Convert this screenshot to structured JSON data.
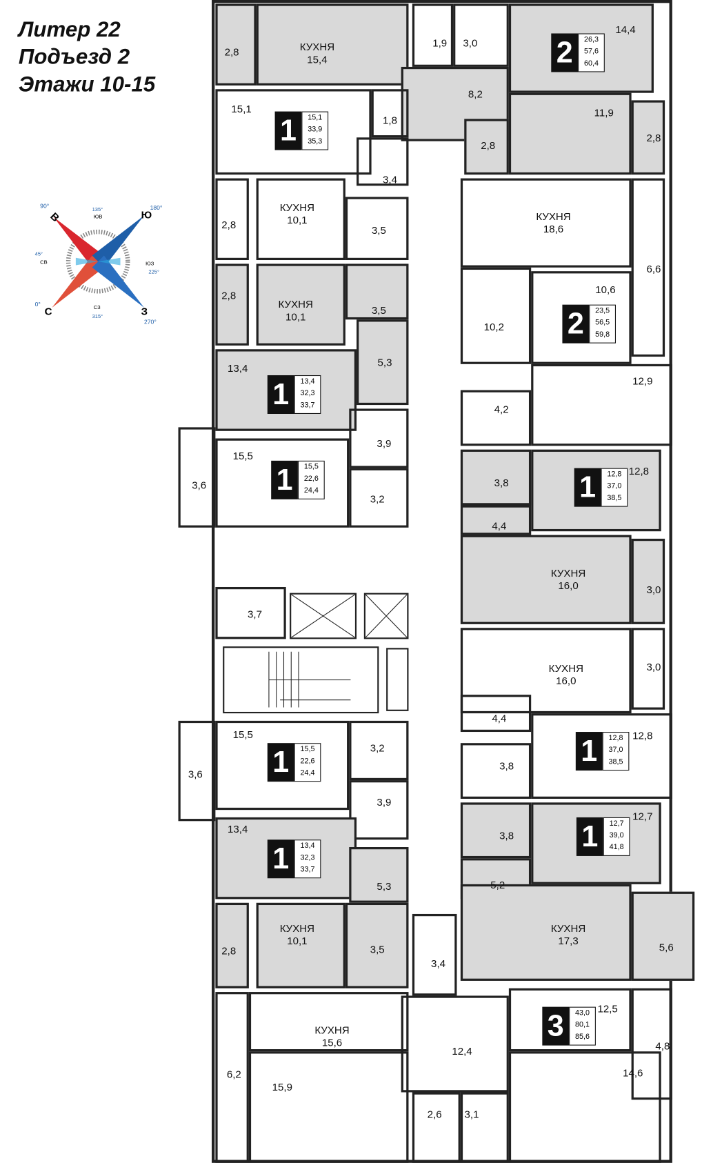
{
  "header": {
    "lines": [
      "Литер 22",
      "Подъезд 2",
      "Этажи 10-15"
    ]
  },
  "compass": {
    "main": [
      "Ю",
      "В",
      "С",
      "З"
    ],
    "main_deg": [
      "180°",
      "90°",
      "0°",
      "270°"
    ],
    "minor": [
      "ЮВ",
      "СВ",
      "ЮЗ",
      "СЗ"
    ],
    "minor_deg": [
      "135°",
      "45°",
      "225°",
      "315°"
    ],
    "colors": {
      "red": "#d9262e",
      "blue": "#1e5ea8",
      "light": "#2aa8e0"
    }
  },
  "rooms": [
    {
      "area": "2,8"
    },
    {
      "name": "КУХНЯ",
      "area": "15,4"
    },
    {
      "area": "1,9"
    },
    {
      "area": "3,0"
    },
    {
      "area": "14,4"
    },
    {
      "area": "8,2"
    },
    {
      "area": "15,1"
    },
    {
      "area": "1,8"
    },
    {
      "area": "11,9"
    },
    {
      "area": "2,8"
    },
    {
      "area": "2,8"
    },
    {
      "area": "3,4"
    },
    {
      "name": "КУХНЯ",
      "area": "10,1"
    },
    {
      "area": "2,8"
    },
    {
      "area": "3,5"
    },
    {
      "name": "КУХНЯ",
      "area": "18,6"
    },
    {
      "area": "6,6"
    },
    {
      "area": "2,8"
    },
    {
      "name": "КУХНЯ",
      "area": "10,1"
    },
    {
      "area": "3,5"
    },
    {
      "area": "10,2"
    },
    {
      "area": "10,6"
    },
    {
      "area": "13,4"
    },
    {
      "area": "5,3"
    },
    {
      "area": "12,9"
    },
    {
      "area": "4,2"
    },
    {
      "area": "3,9"
    },
    {
      "area": "15,5"
    },
    {
      "area": "3,6"
    },
    {
      "area": "3,2"
    },
    {
      "area": "3,8"
    },
    {
      "area": "12,8"
    },
    {
      "area": "4,4"
    },
    {
      "name": "КУХНЯ",
      "area": "16,0"
    },
    {
      "area": "3,0"
    },
    {
      "area": "3,7"
    },
    {
      "name": "КУХНЯ",
      "area": "16,0"
    },
    {
      "area": "3,0"
    },
    {
      "area": "4,4"
    },
    {
      "area": "15,5"
    },
    {
      "area": "3,2"
    },
    {
      "area": "3,6"
    },
    {
      "area": "12,8"
    },
    {
      "area": "3,8"
    },
    {
      "area": "3,9"
    },
    {
      "area": "13,4"
    },
    {
      "area": "12,7"
    },
    {
      "area": "3,8"
    },
    {
      "area": "5,3"
    },
    {
      "area": "5,2"
    },
    {
      "name": "КУХНЯ",
      "area": "10,1"
    },
    {
      "area": "2,8"
    },
    {
      "area": "3,5"
    },
    {
      "name": "КУХНЯ",
      "area": "17,3"
    },
    {
      "area": "5,6"
    },
    {
      "area": "3,4"
    },
    {
      "name": "КУХНЯ",
      "area": "15,6"
    },
    {
      "area": "12,4"
    },
    {
      "area": "12,5"
    },
    {
      "area": "4,8"
    },
    {
      "area": "6,2"
    },
    {
      "area": "15,9"
    },
    {
      "area": "14,6"
    },
    {
      "area": "2,6"
    },
    {
      "area": "3,1"
    }
  ],
  "apartments": [
    {
      "rooms": "2",
      "areas": [
        "26,3",
        "57,6",
        "60,4"
      ]
    },
    {
      "rooms": "1",
      "areas": [
        "15,1",
        "33,9",
        "35,3"
      ]
    },
    {
      "rooms": "2",
      "areas": [
        "23,5",
        "56,5",
        "59,8"
      ]
    },
    {
      "rooms": "1",
      "areas": [
        "13,4",
        "32,3",
        "33,7"
      ]
    },
    {
      "rooms": "1",
      "areas": [
        "15,5",
        "22,6",
        "24,4"
      ]
    },
    {
      "rooms": "1",
      "areas": [
        "12,8",
        "37,0",
        "38,5"
      ]
    },
    {
      "rooms": "1",
      "areas": [
        "15,5",
        "22,6",
        "24,4"
      ]
    },
    {
      "rooms": "1",
      "areas": [
        "12,8",
        "37,0",
        "38,5"
      ]
    },
    {
      "rooms": "1",
      "areas": [
        "13,4",
        "32,3",
        "33,7"
      ]
    },
    {
      "rooms": "1",
      "areas": [
        "12,7",
        "39,0",
        "41,8"
      ]
    },
    {
      "rooms": "3",
      "areas": [
        "43,0",
        "80,1",
        "85,6"
      ]
    }
  ]
}
